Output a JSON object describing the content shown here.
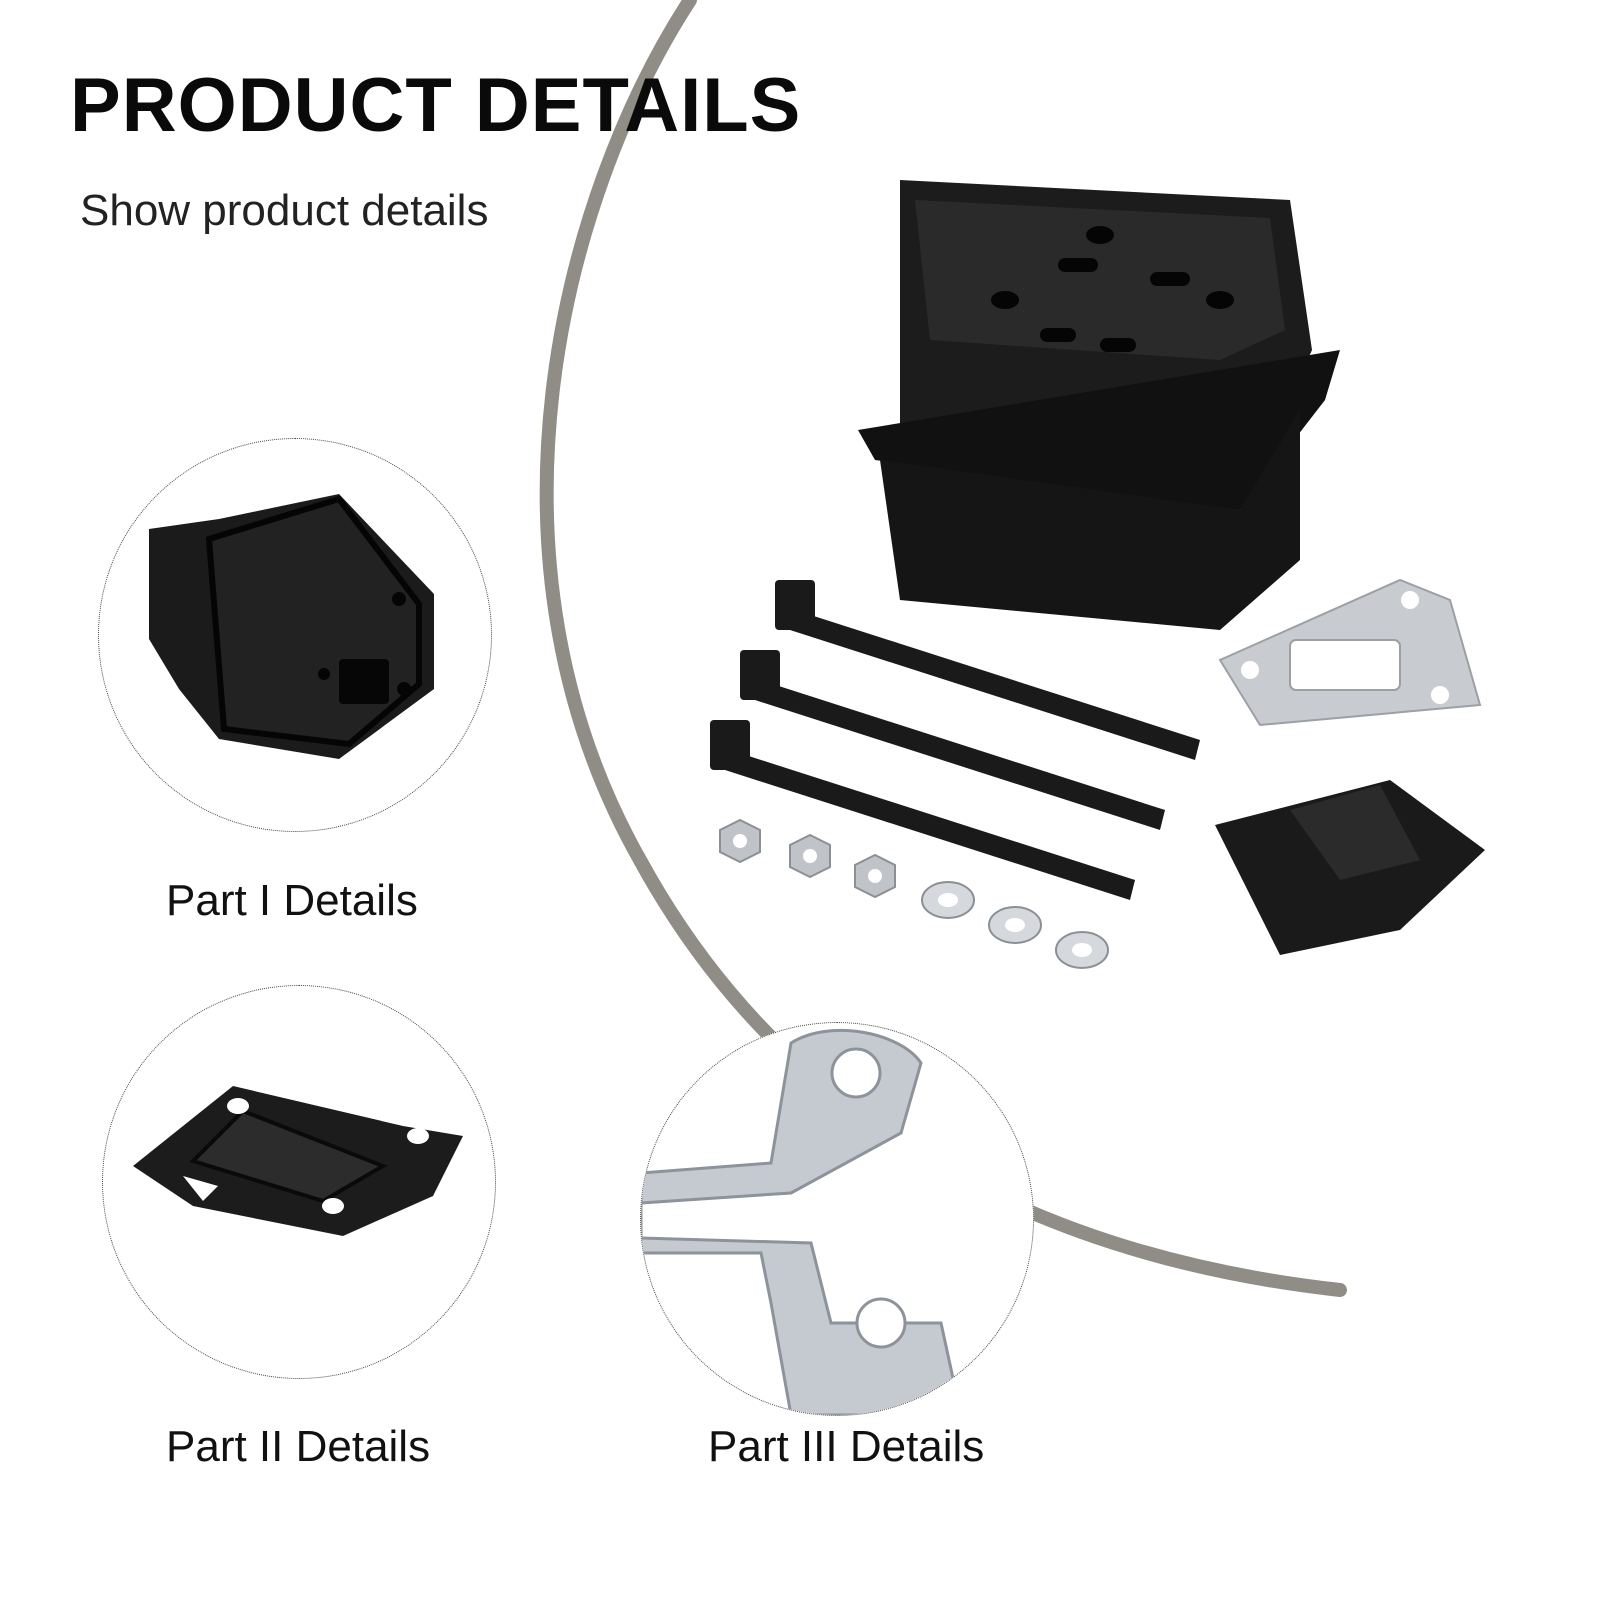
{
  "header": {
    "title": "PRODUCT DETAILS",
    "subtitle": "Show product details"
  },
  "details": [
    {
      "caption": "Part I Details",
      "image_icon": "muffler-body-icon"
    },
    {
      "caption": "Part II Details",
      "image_icon": "muffler-bracket-icon"
    },
    {
      "caption": "Part III Details",
      "image_icon": "gasket-closeup-icon"
    }
  ],
  "hero": {
    "image_icon": "muffler-kit-icon"
  },
  "colors": {
    "arc": "#8f8d86",
    "part_black": "#1a1a1a",
    "metal_silver": "#c7ccd2",
    "background": "#ffffff"
  }
}
